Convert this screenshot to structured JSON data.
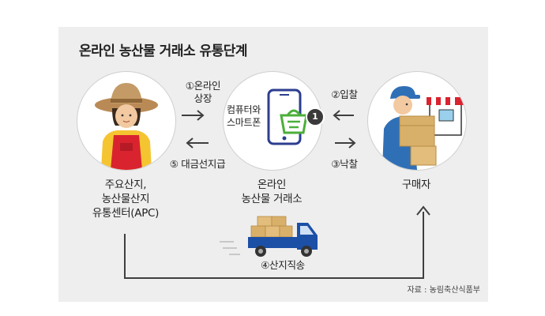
{
  "title": "온라인 농산물 거래소 유통단계",
  "nodes": {
    "producer": [
      "주요산지,",
      "농산물산지",
      "유통센터(APC)"
    ],
    "exchange": [
      "온라인",
      "농산물 거래소"
    ],
    "buyer": [
      "구매자"
    ]
  },
  "device_label": [
    "컴퓨터와",
    "스마트폰"
  ],
  "steps": {
    "step1": [
      "①온라인",
      "상장"
    ],
    "step2": "②입찰",
    "step3": "③낙찰",
    "step4": "④산지직송",
    "step5": "⑤ 대금선지급"
  },
  "badge": "1",
  "source": "자료 : 농림축산식품부",
  "colors": {
    "panel": "#eeeeee",
    "arrow": "#3f3f3f",
    "truck": "#1c4fa6",
    "device": "#2c3e8f",
    "basket": "#4caf3a",
    "apron": "#d9232f",
    "hat": "#b98a55",
    "box": "#d9b06a"
  }
}
